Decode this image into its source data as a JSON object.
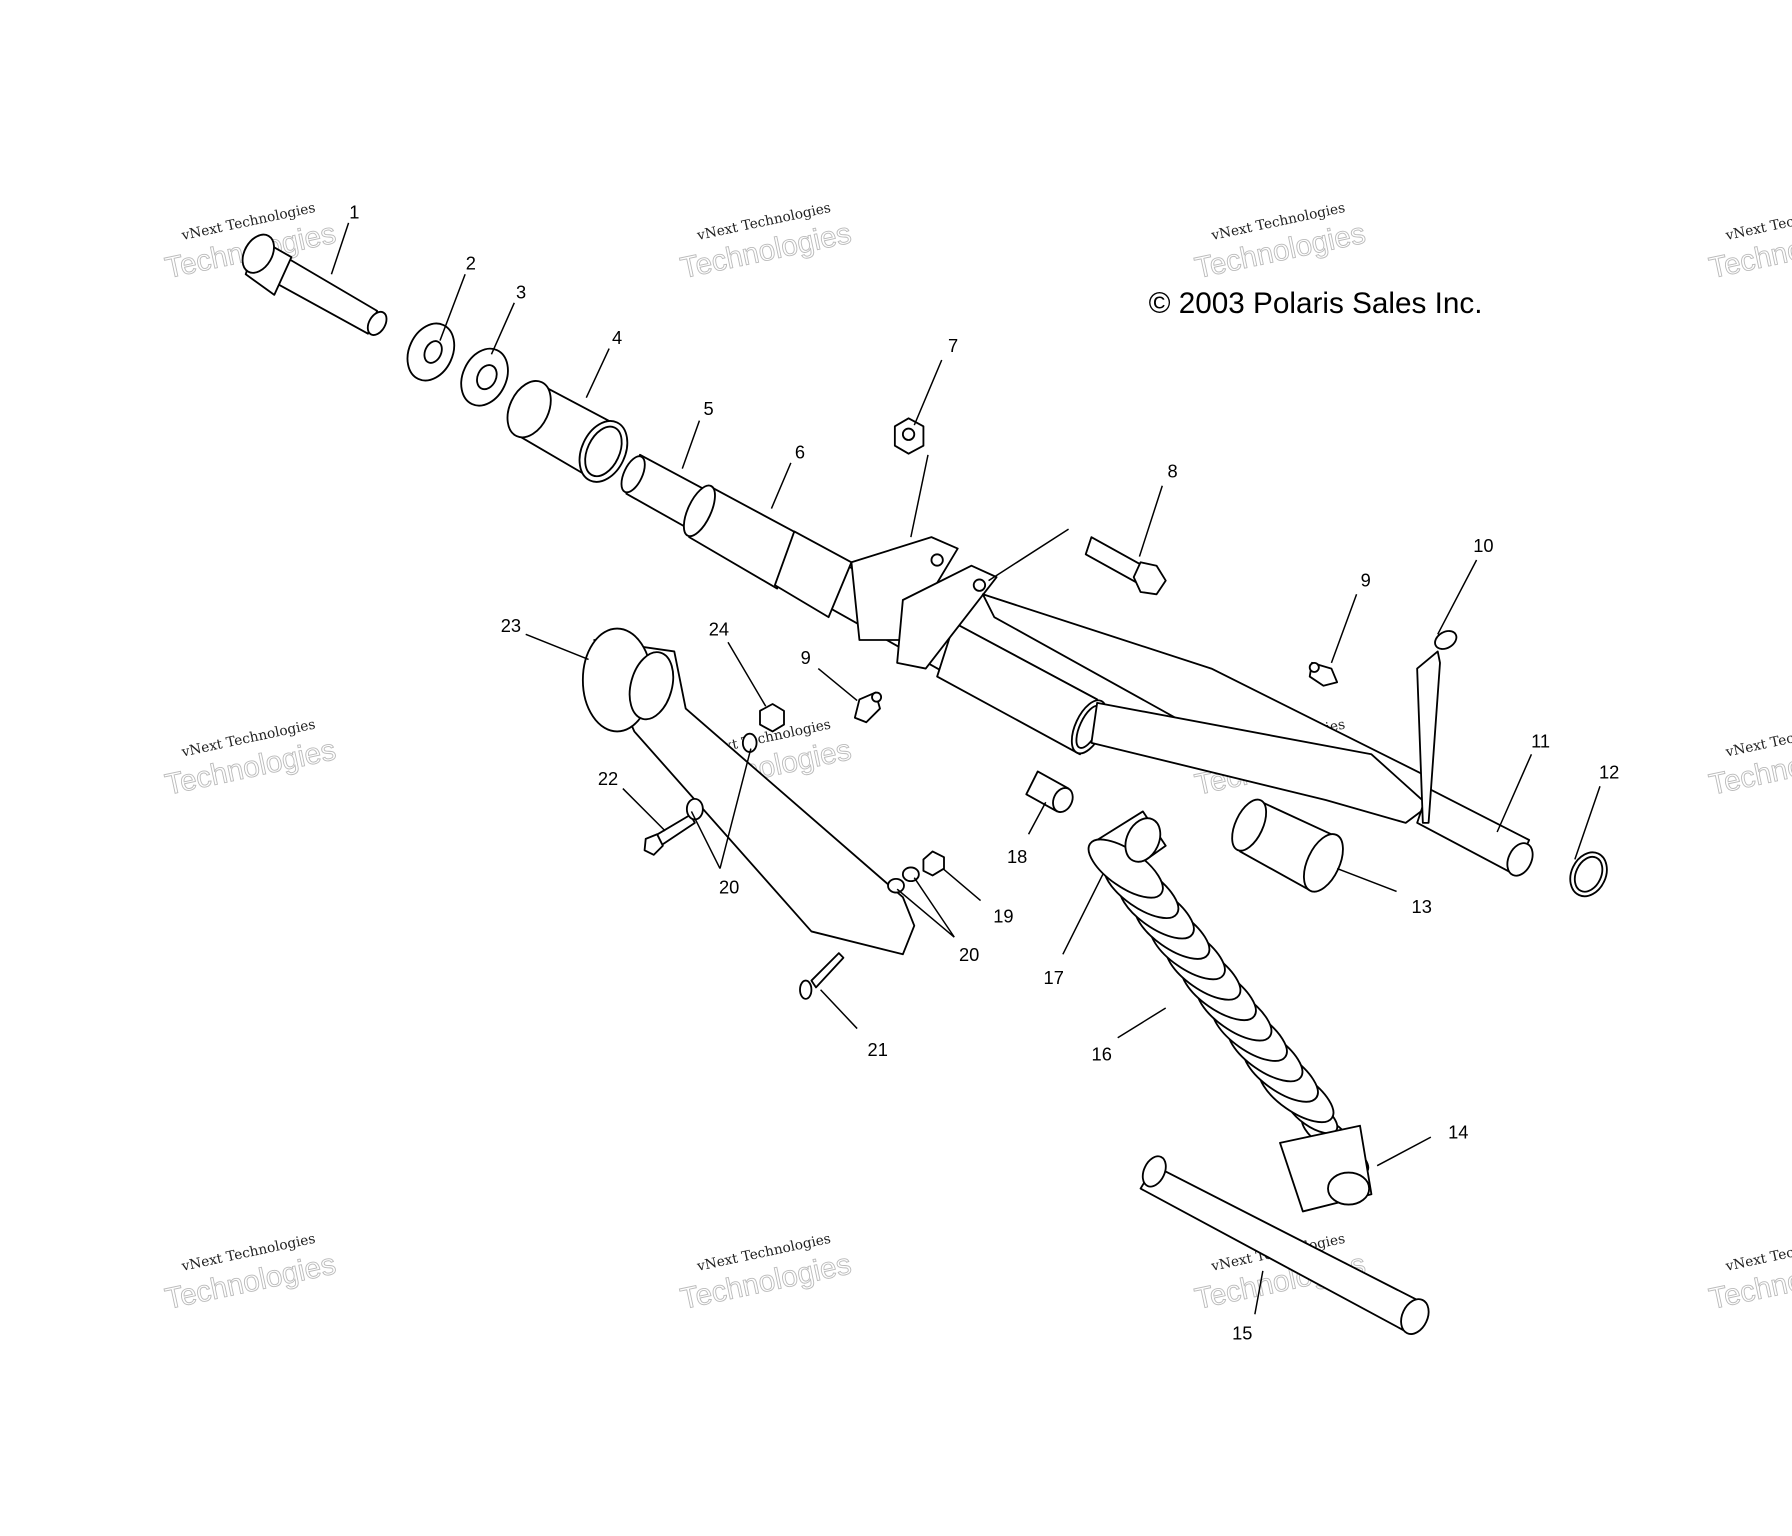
{
  "copyright": "© 2003 Polaris Sales Inc.",
  "watermark": {
    "line1": "vNext Technologies",
    "line2": "Technologies"
  },
  "callouts": {
    "c1": "1",
    "c2": "2",
    "c3": "3",
    "c4": "4",
    "c5": "5",
    "c6": "6",
    "c7": "7",
    "c8": "8",
    "c9a": "9",
    "c9b": "9",
    "c10": "10",
    "c11": "11",
    "c12": "12",
    "c13": "13",
    "c14": "14",
    "c15": "15",
    "c16": "16",
    "c17": "17",
    "c18": "18",
    "c19": "19",
    "c20a": "20",
    "c20b": "20",
    "c21": "21",
    "c22": "22",
    "c23": "23",
    "c24": "24"
  }
}
